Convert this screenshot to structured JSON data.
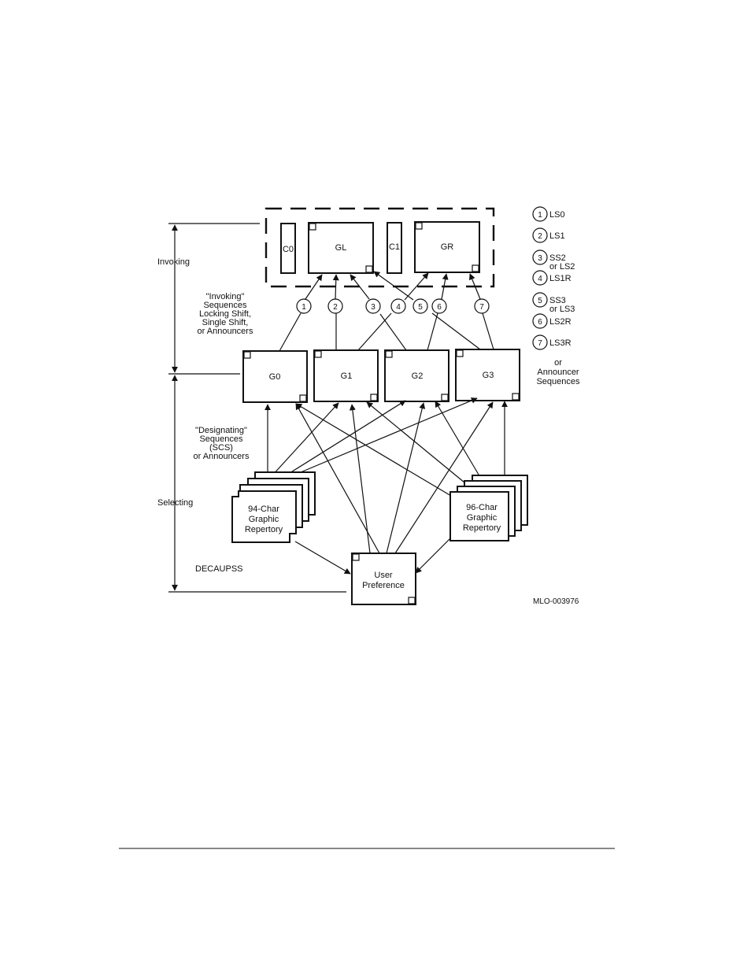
{
  "side_labels": {
    "invoking": "Invoking",
    "selecting": "Selecting",
    "decaupss": "DECAUPSS"
  },
  "invoking_sequences": [
    "\"Invoking\"",
    "Sequences",
    "Locking Shift,",
    "Single Shift,",
    "or Announcers"
  ],
  "designating_sequences": [
    "\"Designating\"",
    "Sequences",
    "(SCS)",
    "or Announcers"
  ],
  "top_boxes": {
    "c0": "C0",
    "gl": "GL",
    "c1": "C1",
    "gr": "GR"
  },
  "g_sets": [
    "G0",
    "G1",
    "G2",
    "G3"
  ],
  "repertory_94": [
    "94-Char",
    "Graphic",
    "Repertory"
  ],
  "repertory_96": [
    "96-Char",
    "Graphic",
    "Repertory"
  ],
  "user_preference": [
    "User",
    "Preference"
  ],
  "circle_numbers": [
    "1",
    "2",
    "3",
    "4",
    "5",
    "6",
    "7"
  ],
  "legend": [
    {
      "num": "1",
      "lines": [
        "LS0"
      ]
    },
    {
      "num": "2",
      "lines": [
        "LS1"
      ]
    },
    {
      "num": "3",
      "lines": [
        "SS2",
        "or LS2"
      ]
    },
    {
      "num": "4",
      "lines": [
        "LS1R"
      ]
    },
    {
      "num": "5",
      "lines": [
        "SS3",
        "or LS3"
      ]
    },
    {
      "num": "6",
      "lines": [
        "LS2R"
      ]
    },
    {
      "num": "7",
      "lines": [
        "LS3R"
      ]
    }
  ],
  "legend_footer": [
    "or",
    "Announcer",
    "Sequences"
  ],
  "figure_id": "MLO-003976"
}
